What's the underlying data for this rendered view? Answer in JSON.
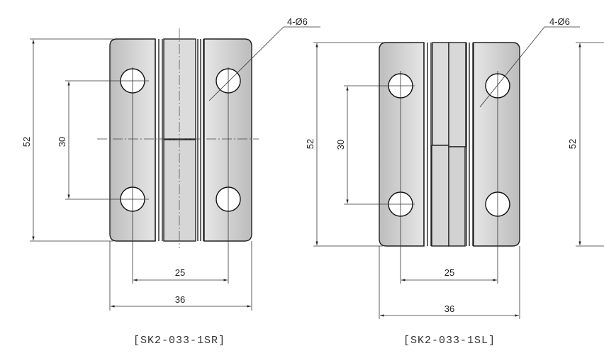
{
  "drawings": [
    {
      "model": "[SK2-033-1SR]",
      "height": "52",
      "hole_pitch_vertical": "30",
      "hole_pitch_horizontal": "25",
      "width": "36",
      "holes": "4-Ø6"
    },
    {
      "model": "[SK2-033-1SL]",
      "height": "52",
      "hole_pitch_vertical": "30",
      "hole_pitch_horizontal": "25",
      "width": "36",
      "holes": "4-Ø6"
    },
    {
      "height": "52"
    }
  ],
  "colors": {
    "plate_light": "#e4e4e4",
    "plate_dark": "#bdbdbd",
    "line": "#222222"
  }
}
